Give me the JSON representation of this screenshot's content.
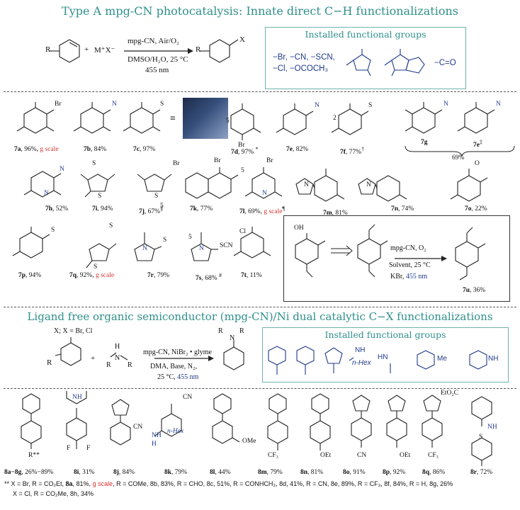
{
  "header": {
    "title": "Type A mpg-CN photocatalysis: Innate direct C−H functionalizations"
  },
  "scheme_a": {
    "reactant_r": "R",
    "plus": "+",
    "salt": "M⁺X⁻",
    "cond_top": "mpg-CN, Air/O₂",
    "cond_bottom": "DMSO/H₂O, 25 °C",
    "wavelength": "455 nm",
    "product_x": "X",
    "product_r": "R"
  },
  "fg_box_a": {
    "title": "Installed functional groups",
    "line1": "−Br, −CN, −SCN,",
    "line2": "−Cl, −OCOCH₃",
    "carbonyl": "−C=O"
  },
  "compounds_a": [
    {
      "id": "7a",
      "yield": "96%",
      "extra": "g scale"
    },
    {
      "id": "7b",
      "yield": "84%"
    },
    {
      "id": "7c",
      "yield": "97%"
    },
    {
      "id": "7d",
      "yield": "97%",
      "mark": "*"
    },
    {
      "id": "7e",
      "yield": "82%"
    },
    {
      "id": "7f",
      "yield": "77%",
      "mark": "†"
    },
    {
      "id": "7g",
      "yield": "69%"
    },
    {
      "id": "7e",
      "mark": "‡"
    },
    {
      "id": "7h",
      "yield": "52%"
    },
    {
      "id": "7i",
      "yield": "94%"
    },
    {
      "id": "7j",
      "yield": "67%",
      "mark": "§"
    },
    {
      "id": "7k",
      "yield": "77%"
    },
    {
      "id": "7l",
      "yield": "69%",
      "extra": "g scale",
      "mark": "¶"
    },
    {
      "id": "7m",
      "yield": "81%"
    },
    {
      "id": "7n",
      "yield": "74%"
    },
    {
      "id": "7o",
      "yield": "22%"
    },
    {
      "id": "7p",
      "yield": "94%"
    },
    {
      "id": "7q",
      "yield": "92%",
      "extra": "g scale"
    },
    {
      "id": "7r",
      "yield": "79%"
    },
    {
      "id": "7s",
      "yield": "68%",
      "mark": "#"
    },
    {
      "id": "7t",
      "yield": "11%"
    }
  ],
  "equiv": "≡",
  "atom_labels": {
    "br": "Br",
    "cn": "CN",
    "n": "N",
    "s": "S",
    "cl": "Cl",
    "oh": "OH",
    "scn": "SCN",
    "pos2": "2",
    "pos5": "5",
    "o": "O"
  },
  "inset_7u": {
    "arrow_cond1": "mpg-CN, O₂",
    "arrow_cond2": "Solvent, 25 °C",
    "arrow_cond3": "KBr,",
    "wavelength": "455 nm",
    "product": "7u",
    "yield": "36%"
  },
  "section_b": {
    "title": "Ligand free organic semiconductor (mpg-CN)/Ni dual catalytic C−X functionalizations",
    "x_def": "X; X = Br, Cl",
    "r": "R",
    "plus": "+",
    "amine_h": "H",
    "amine_n": "N",
    "amine_r1": "R",
    "amine_r2": "R",
    "cond_top": "mpg-CN, NiBr₂ • glyme",
    "cond_mid": "DMA, Base, N₂,",
    "cond_bot": "25 °C,",
    "wavelength": "455 nm"
  },
  "fg_box_b": {
    "title": "Installed functional groups",
    "nh_hex": "NH",
    "hex": "n-Hex",
    "me": "Me",
    "nh": "NH",
    "hn": "HN"
  },
  "compounds_b": [
    {
      "id": "8a−8g",
      "yield": "26%−89%"
    },
    {
      "id": "8i",
      "yield": "31%"
    },
    {
      "id": "8j",
      "yield": "84%"
    },
    {
      "id": "8k",
      "yield": "79%"
    },
    {
      "id": "8l",
      "yield": "44%"
    },
    {
      "id": "8m",
      "yield": "79%"
    },
    {
      "id": "8n",
      "yield": "81%"
    },
    {
      "id": "8o",
      "yield": "91%"
    },
    {
      "id": "8p",
      "yield": "92%"
    },
    {
      "id": "8q",
      "yield": "86%"
    },
    {
      "id": "8r",
      "yield": "72%"
    }
  ],
  "sub_labels": {
    "r_star": "R**",
    "f": "F",
    "cn": "CN",
    "nh": "NH",
    "h": "H",
    "nhex": "n-Hex",
    "ome": "OMe",
    "oet": "OEt",
    "cf3": "CF₃",
    "etco2": "EtO₂C",
    "o": "O",
    "s": "S",
    "nh2": "NH"
  },
  "footnote": {
    "line1_a": "** X = Br, R = CO₂Et, ",
    "line1_b": "8a",
    "line1_c": ", 81%, ",
    "line1_d": "g scale",
    "line1_e": ", R = COMe, 8b, 83%, R = CHO, 8c, 51%, R = CONHCH₃, 8d, 41%, R = CN, 8e, 89%, R = CF₃, 8f, 84%, R = H, 8g, 26%",
    "line2": "X = Cl, R = CO₂Me, 8h, 34%"
  }
}
